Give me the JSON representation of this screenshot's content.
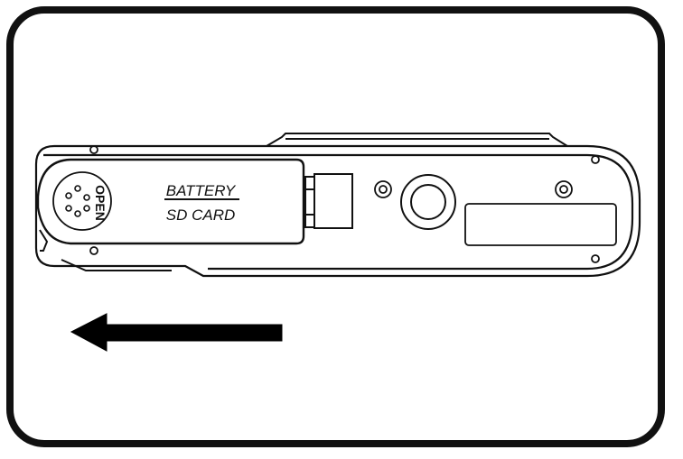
{
  "labels": {
    "battery": "BATTERY",
    "sd_card": "SD CARD",
    "open": "OPEN"
  },
  "colors": {
    "stroke": "#111111",
    "background": "#ffffff",
    "arrow": "#000000"
  },
  "arrow_direction": "left"
}
